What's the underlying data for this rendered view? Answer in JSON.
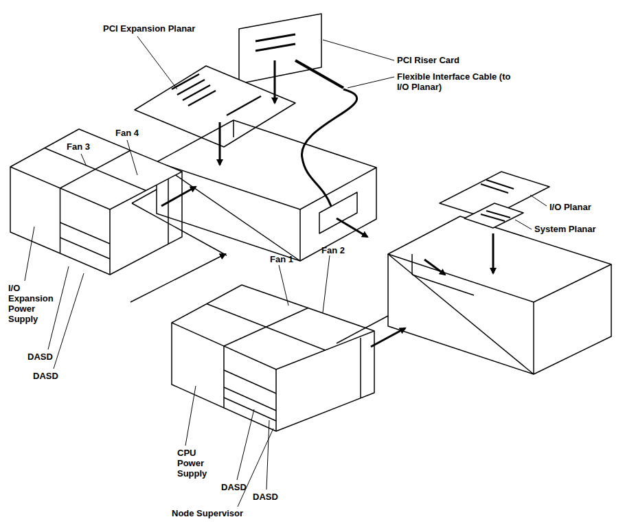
{
  "diagram": {
    "labels": [
      "PCI Expansion Planar",
      "PCI Riser Card",
      "Flexible Interface Cable (to I/O Planar)",
      "Fan 4",
      "Fan 3",
      "I/O Planar",
      "System Planar",
      "Fan 2",
      "Fan 1",
      "I/O Expansion Power Supply",
      "DASD",
      "DASD",
      "CPU Power Supply",
      "DASD",
      "DASD",
      "Node Supervisor"
    ]
  }
}
